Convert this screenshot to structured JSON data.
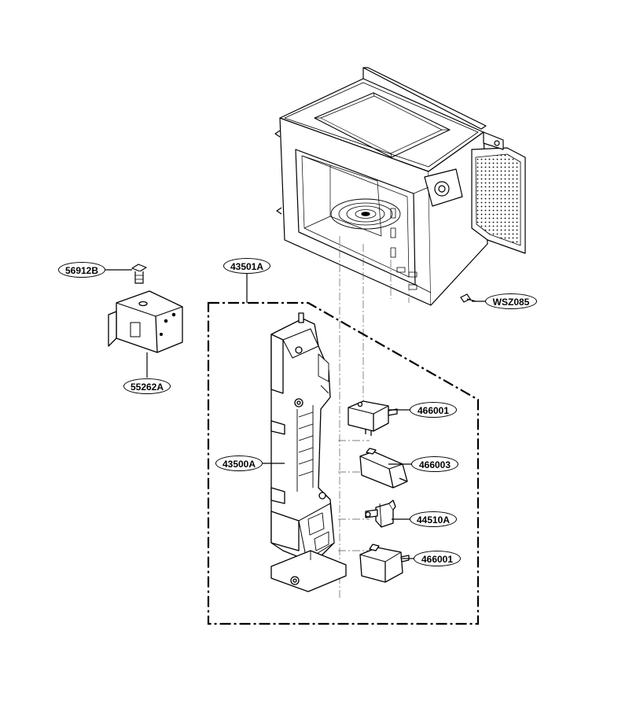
{
  "callouts": {
    "c56912B": "56912B",
    "c43501A": "43501A",
    "cWSZ085": "WSZ085",
    "c55262A": "55262A",
    "c466001_top": "466001",
    "c43500A": "43500A",
    "c466003": "466003",
    "c44510A": "44510A",
    "c466001_bottom": "466001"
  },
  "colors": {
    "line": "#000000",
    "background": "#ffffff",
    "hidden_line": "#555555"
  }
}
